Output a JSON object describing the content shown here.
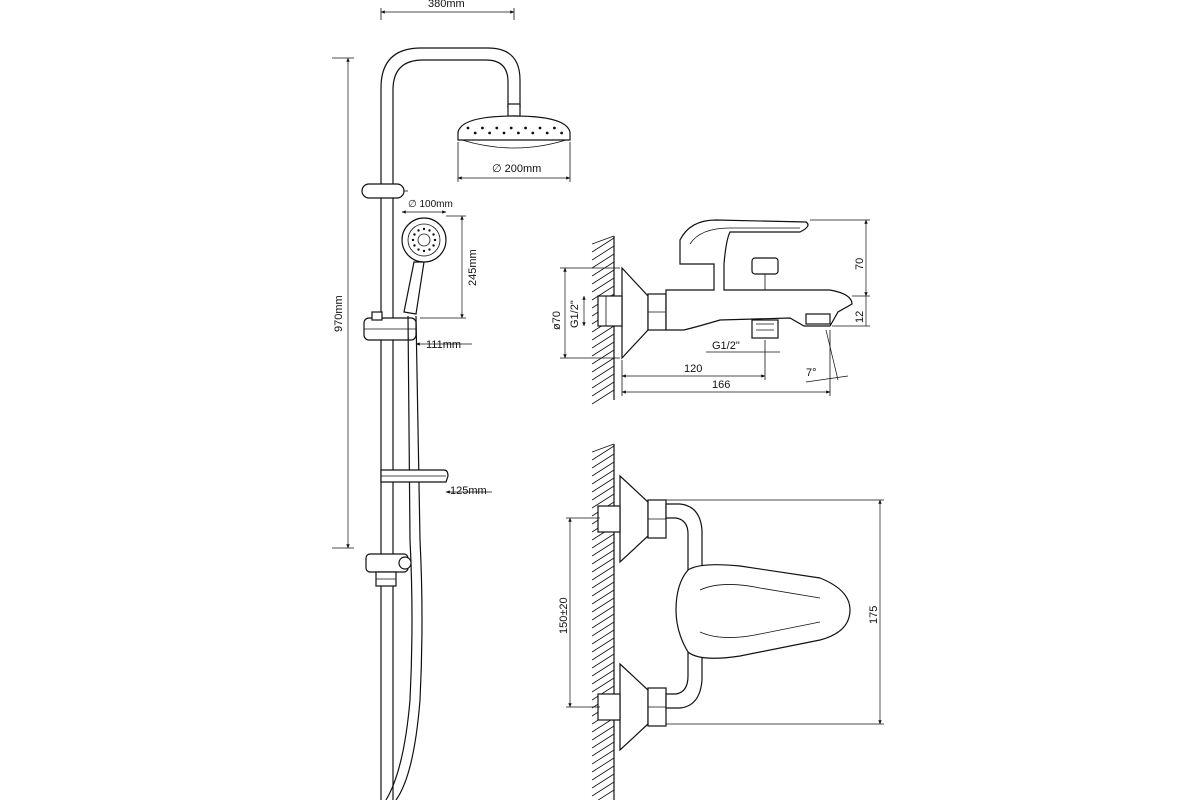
{
  "dimensions": {
    "column_width": "380mm",
    "head_diameter": "∅ 200mm",
    "hand_diameter": "∅ 100mm",
    "hand_length": "245mm",
    "total_height": "970mm",
    "holder_offset": "111mm",
    "shelf_width": "125mm",
    "flange_diameter": "ø70",
    "inlet_thread": "G1/2\"",
    "outlet_thread": "G1/2\"",
    "mixer_height": "70",
    "spout_height": "12",
    "spout_angle": "7°",
    "outlet_distance": "120",
    "spout_length": "166",
    "center_distance": "150±20",
    "body_width": "175"
  },
  "colors": {
    "line": "#111111",
    "background": "#ffffff"
  }
}
